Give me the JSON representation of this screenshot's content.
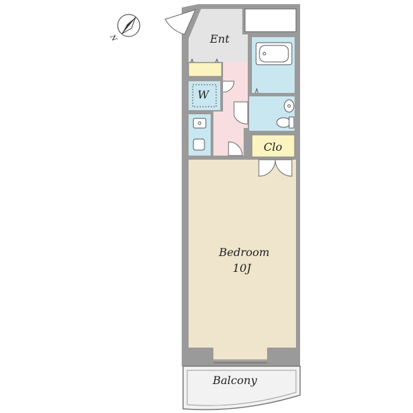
{
  "rooms": {
    "entrance": "Ent",
    "washer": "W",
    "closet": "Clo",
    "bedroom": "Bedroom",
    "bedroom_size": "10J",
    "balcony": "Balcony"
  },
  "compass": {
    "label": "N",
    "icon": "north-arrow-icon"
  },
  "colors": {
    "wall": "#9a9a9a",
    "floor_bedroom": "#efe5cc",
    "floor_entrance": "#e4e4e4",
    "floor_hall": "#f8dee0",
    "floor_wet": "#c9e7f1",
    "closet": "#fbf4c0",
    "balcony": "#f2f2f2"
  }
}
